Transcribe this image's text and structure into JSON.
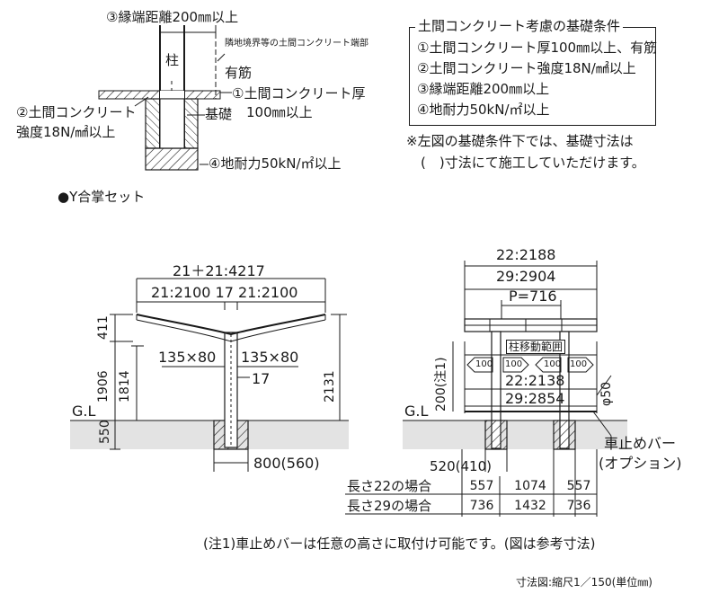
{
  "top_section": {
    "edge_distance_label": "③縁端距離200㎜以上",
    "neighbor_label": "隣地境界等の土間コンクリート端部",
    "pillar_label": "柱",
    "rebar_label": "有筋",
    "note1_label": "①土間コンクリート厚",
    "note1b_label": "100㎜以上",
    "foundation_label": "基礎",
    "note2_label": "②土間コンクリート",
    "note2b_label": "強度18N/㎟以上",
    "note4_label": "④地耐力50kN/㎡以上"
  },
  "conditions_box": {
    "title": "土間コンクリート考慮の基礎条件",
    "items": [
      "①土間コンクリート厚100㎜以上、有筋",
      "②土間コンクリート強度18N/㎟以上",
      "③縁端距離200㎜以上",
      "④地耐力50kN/㎡以上"
    ],
    "note_line1": "※左図の基礎条件下では、基礎寸法は",
    "note_line2": "(　)寸法にて施工していただけます。"
  },
  "section_title": "●Y合掌セット",
  "left_drawing": {
    "total_width": "21＋21:4217",
    "sub_width": "21:2100 17 21:2100",
    "dim_411": "411",
    "dim_1906": "1906",
    "dim_1814": "1814",
    "dim_2131": "2131",
    "dim_550": "550",
    "beam_left": "135×80",
    "beam_right": "135×80",
    "post_17": "17",
    "ground_label": "G.L",
    "footing_width": "800(560)"
  },
  "right_drawing": {
    "width_22": "22:2188",
    "width_29": "29:2904",
    "pitch": "P=716",
    "post_range": "柱移動範囲",
    "offset_100": "100",
    "depth_22": "22:2138",
    "depth_29": "29:2854",
    "height_note": "200(注1)",
    "phi": "φ50",
    "ground_label": "G.L",
    "stopper_label": "車止めバー",
    "stopper_option": "(オプション)",
    "footing_width": "520(410)"
  },
  "dimension_table": {
    "rows": [
      {
        "label": "長さ22の場合",
        "cells": [
          "557",
          "1074",
          "557"
        ]
      },
      {
        "label": "長さ29の場合",
        "cells": [
          "736",
          "1432",
          "736"
        ]
      }
    ]
  },
  "footnote": "(注1)車止めバーは任意の高さに取付け可能です。(図は参考寸法)",
  "scale_note": "寸法図:縮尺1／150(単位㎜)"
}
